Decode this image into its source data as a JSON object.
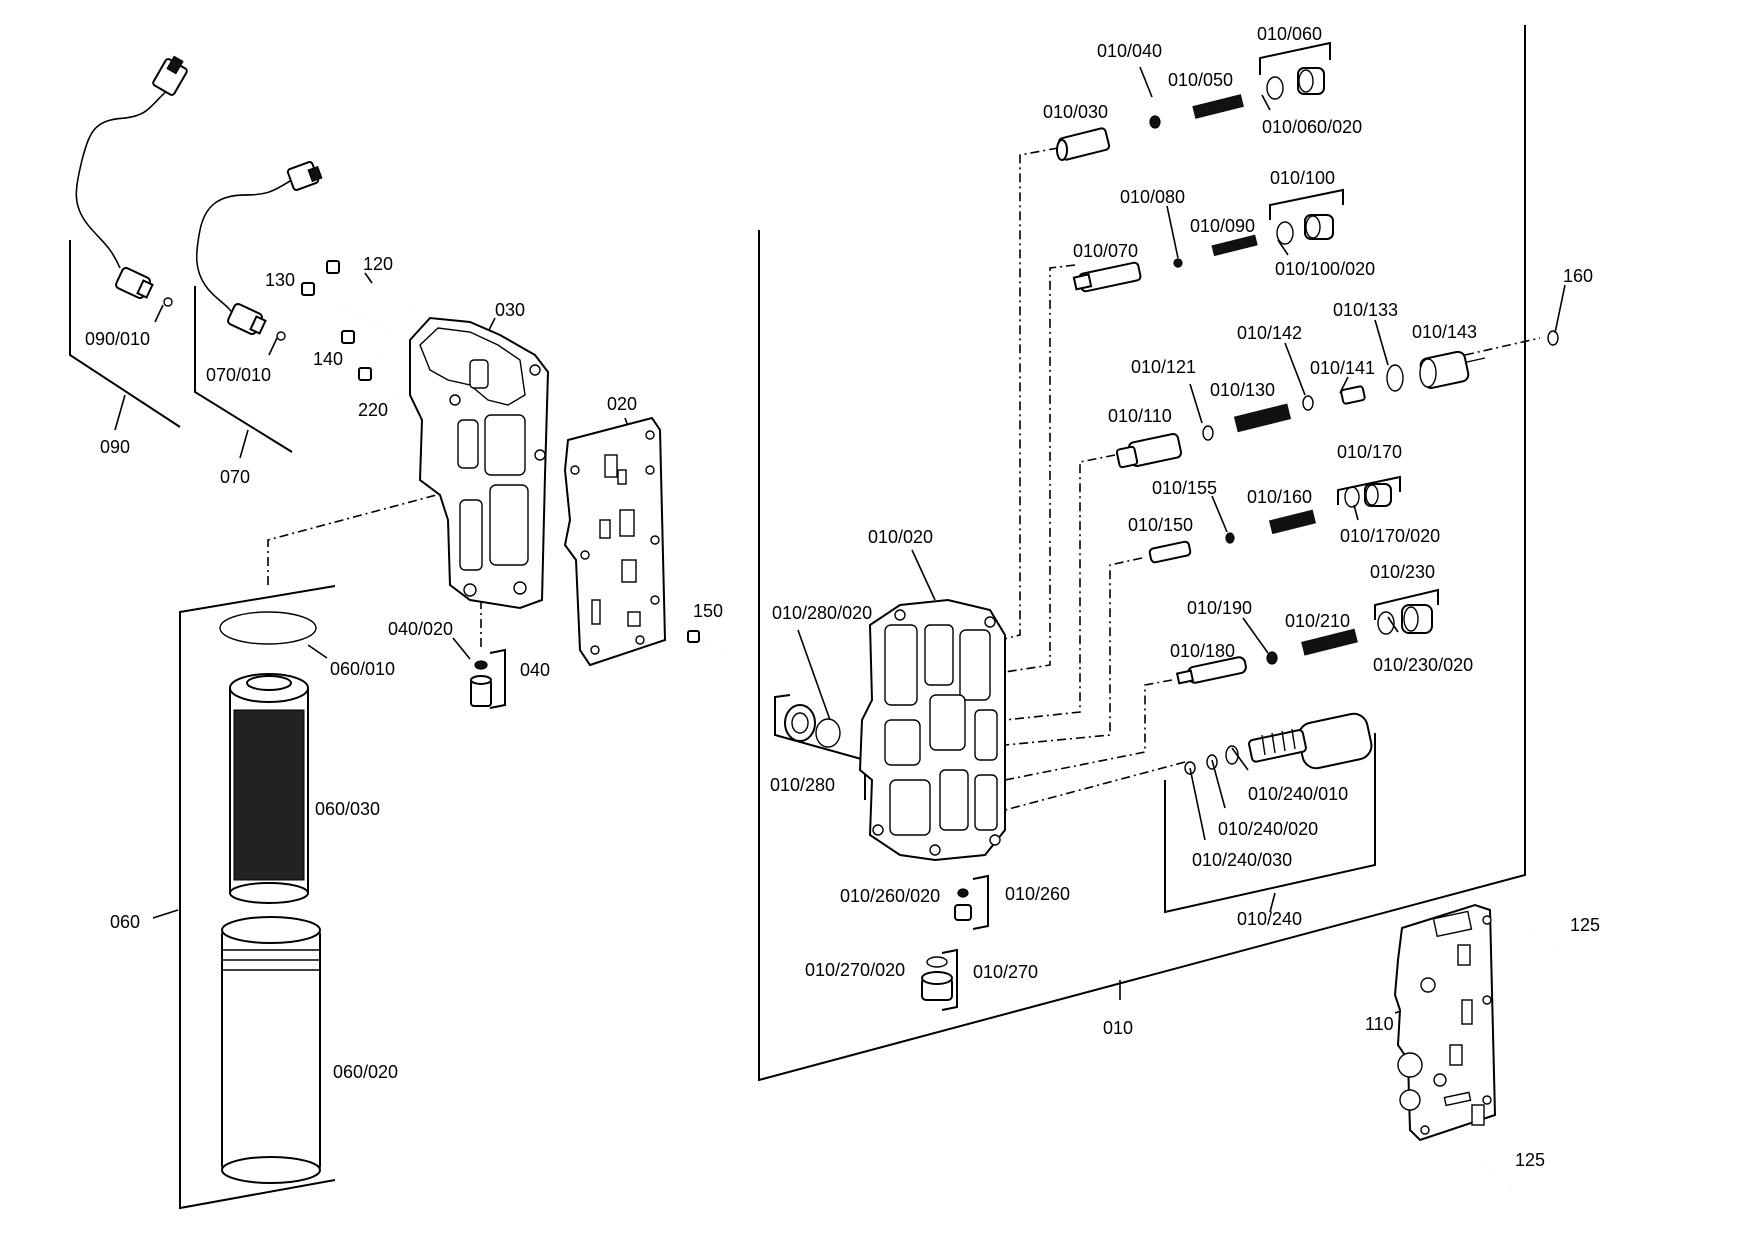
{
  "labels": {
    "l_090_010": "090/010",
    "l_090": "090",
    "l_070_010": "070/010",
    "l_070": "070",
    "l_130": "130",
    "l_120": "120",
    "l_030": "030",
    "l_140": "140",
    "l_220": "220",
    "l_020": "020",
    "l_150": "150",
    "l_040_020": "040/020",
    "l_040": "040",
    "l_060_010": "060/010",
    "l_060_030": "060/030",
    "l_060": "060",
    "l_060_020": "060/020",
    "l_010_040": "010/040",
    "l_010_060": "010/060",
    "l_010_050": "010/050",
    "l_010_030": "010/030",
    "l_010_060_020": "010/060/020",
    "l_010_080": "010/080",
    "l_010_100": "010/100",
    "l_010_090": "010/090",
    "l_010_070": "010/070",
    "l_010_100_020": "010/100/020",
    "l_010_133": "010/133",
    "l_010_142": "010/142",
    "l_010_143": "010/143",
    "l_160": "160",
    "l_010_121": "010/121",
    "l_010_141": "010/141",
    "l_010_130": "010/130",
    "l_010_110": "010/110",
    "l_010_170": "010/170",
    "l_010_155": "010/155",
    "l_010_160": "010/160",
    "l_010_150": "010/150",
    "l_010_170_020": "010/170/020",
    "l_010_020": "010/020",
    "l_010_230": "010/230",
    "l_010_280_020": "010/280/020",
    "l_010_190": "010/190",
    "l_010_210": "010/210",
    "l_010_180": "010/180",
    "l_010_230_020": "010/230/020",
    "l_010_280": "010/280",
    "l_010_240_010": "010/240/010",
    "l_010_240_020": "010/240/020",
    "l_010_240_030": "010/240/030",
    "l_010_260_020": "010/260/020",
    "l_010_260": "010/260",
    "l_010_240": "010/240",
    "l_125a": "125",
    "l_010_270_020": "010/270/020",
    "l_010_270": "010/270",
    "l_010": "010",
    "l_110": "110",
    "l_125b": "125"
  }
}
